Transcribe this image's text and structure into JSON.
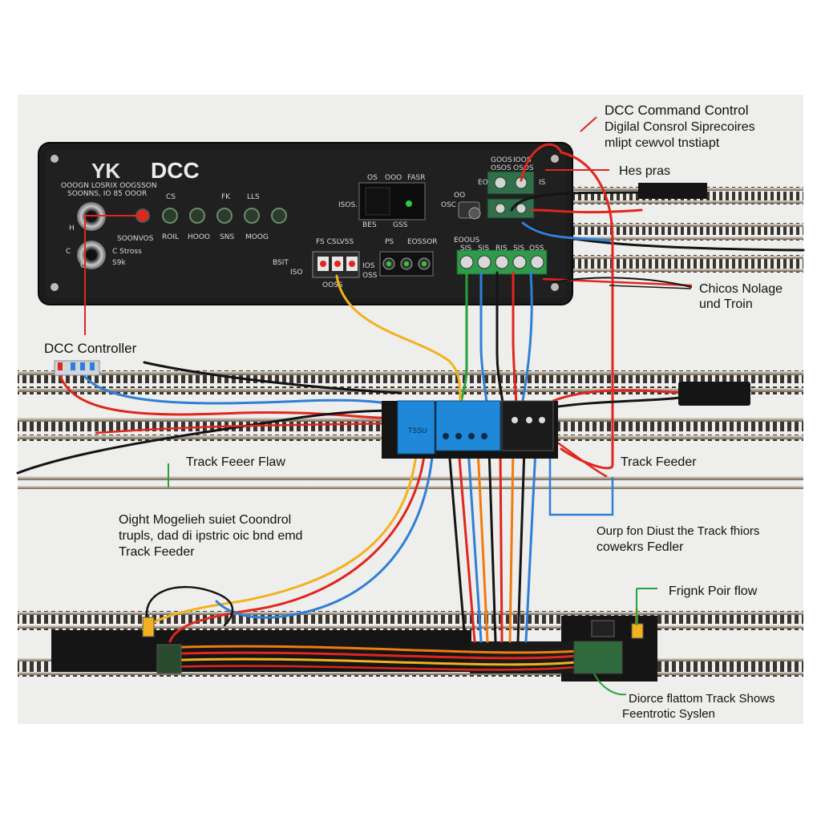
{
  "panel": {
    "logo": "YK",
    "title": "DCC",
    "subtitle_line1": "OOOGN LOSRIX OOGSSON",
    "subtitle_line2": "SOONNS, IO 85 OOOR",
    "jack1_label": "H",
    "jack2_label_a": "C",
    "jack2_label_b": "C",
    "output_label_a": "SOONVOS",
    "output_label_b": "C Stross",
    "output_label_c": "S9k",
    "led_labels_top": [
      "CS",
      "FK",
      "LLS"
    ],
    "led_labels_bottom": [
      "ROIL",
      "HOOO",
      "SNS",
      "MOOG"
    ],
    "display_label_top": [
      "OS",
      "OOO",
      "FASR"
    ],
    "display_side_label": "ISOS.",
    "display_bottom_labels": [
      "BES",
      "GSS"
    ],
    "terminal_block_left_label": "FS CSLVSS",
    "terminal_block_left_sub": [
      "BSIT",
      "ISO"
    ],
    "terminal_block_left_bottom": "OOSS",
    "terminal_block_left_right_a": "IOS",
    "terminal_block_left_right_b": "OSS",
    "relay_labels": [
      "PS",
      "EOSSOR"
    ],
    "relay_side_labels": [
      "OSC",
      "OO"
    ],
    "right_block_label": "EOOUS",
    "right_block_pins": [
      "SIS",
      "SIS",
      "RIS",
      "SIS",
      "OSS"
    ],
    "top_terminal_labels": [
      "GOOS",
      "IOOS"
    ],
    "top_terminal_sub": [
      "OSOS",
      "OSOS"
    ],
    "top_terminal_side": [
      "EO",
      "IS"
    ],
    "blue_module_label": "TSSU"
  },
  "callouts": {
    "dcc_command_title": "DCC Command Control",
    "dcc_command_line2": "Digilal Consrol Siprecoires",
    "dcc_command_line3": "mlipt cewvol tnstiapt",
    "hes_pras": "Hes pras",
    "chicos_line1": "Chicos Nolage",
    "chicos_line2": "und Troin",
    "dcc_controller": "DCC Controller",
    "track_feeer_flaw": "Track Feeer Flaw",
    "track_feeder": "Track Feeder",
    "oight_line1": "Oight Mogelieh suiet Coondrol",
    "oight_line2": "trupls, dad di ipstric oic bnd emd",
    "oight_line3": "Track Feeder",
    "ourp_line1": "Ourp fon Diust the Track fhiors",
    "ourp_line2": "cowekrs Fedler",
    "frignk": "Frignk Poir flow",
    "diorce_line1": "Diorce flattom Track Shows",
    "diorce_line2": "Feentrotic Syslen"
  },
  "colors": {
    "panel": "#1c1c1c",
    "wire_red": "#e0261f",
    "wire_blue": "#2f7fd6",
    "wire_black": "#141414",
    "wire_orange": "#ef7b12",
    "wire_yellow": "#f2b21e",
    "wire_green": "#27a23a",
    "terminal_green": "#2f9a4a",
    "module_blue": "#1f88d9"
  }
}
